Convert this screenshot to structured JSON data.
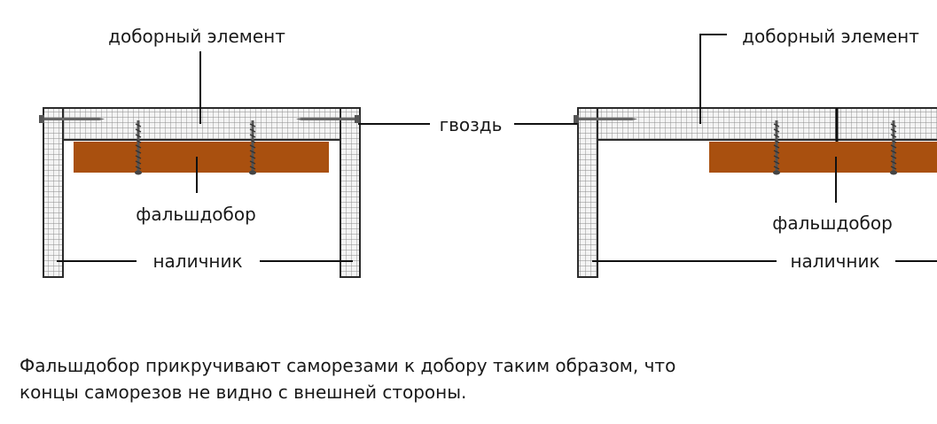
{
  "labels": {
    "extension_left": "доборный элемент",
    "extension_right": "доборный элемент",
    "nail": "гвоздь",
    "false_extension_left": "фальшдобор",
    "false_extension_right": "фальшдобор",
    "casing_left": "наличник",
    "casing_right": "наличник"
  },
  "caption": {
    "line1": "Фальшдобор прикручивают саморезами к добору таким образом, что",
    "line2": "концы саморезов не видно с внешней стороны."
  },
  "colors": {
    "grid_line": "#8a8a8a",
    "grid_fill": "#f4f4f4",
    "outline": "#2b2b2b",
    "board": "#a9500f",
    "leader": "#111111",
    "screw": "#555555"
  }
}
